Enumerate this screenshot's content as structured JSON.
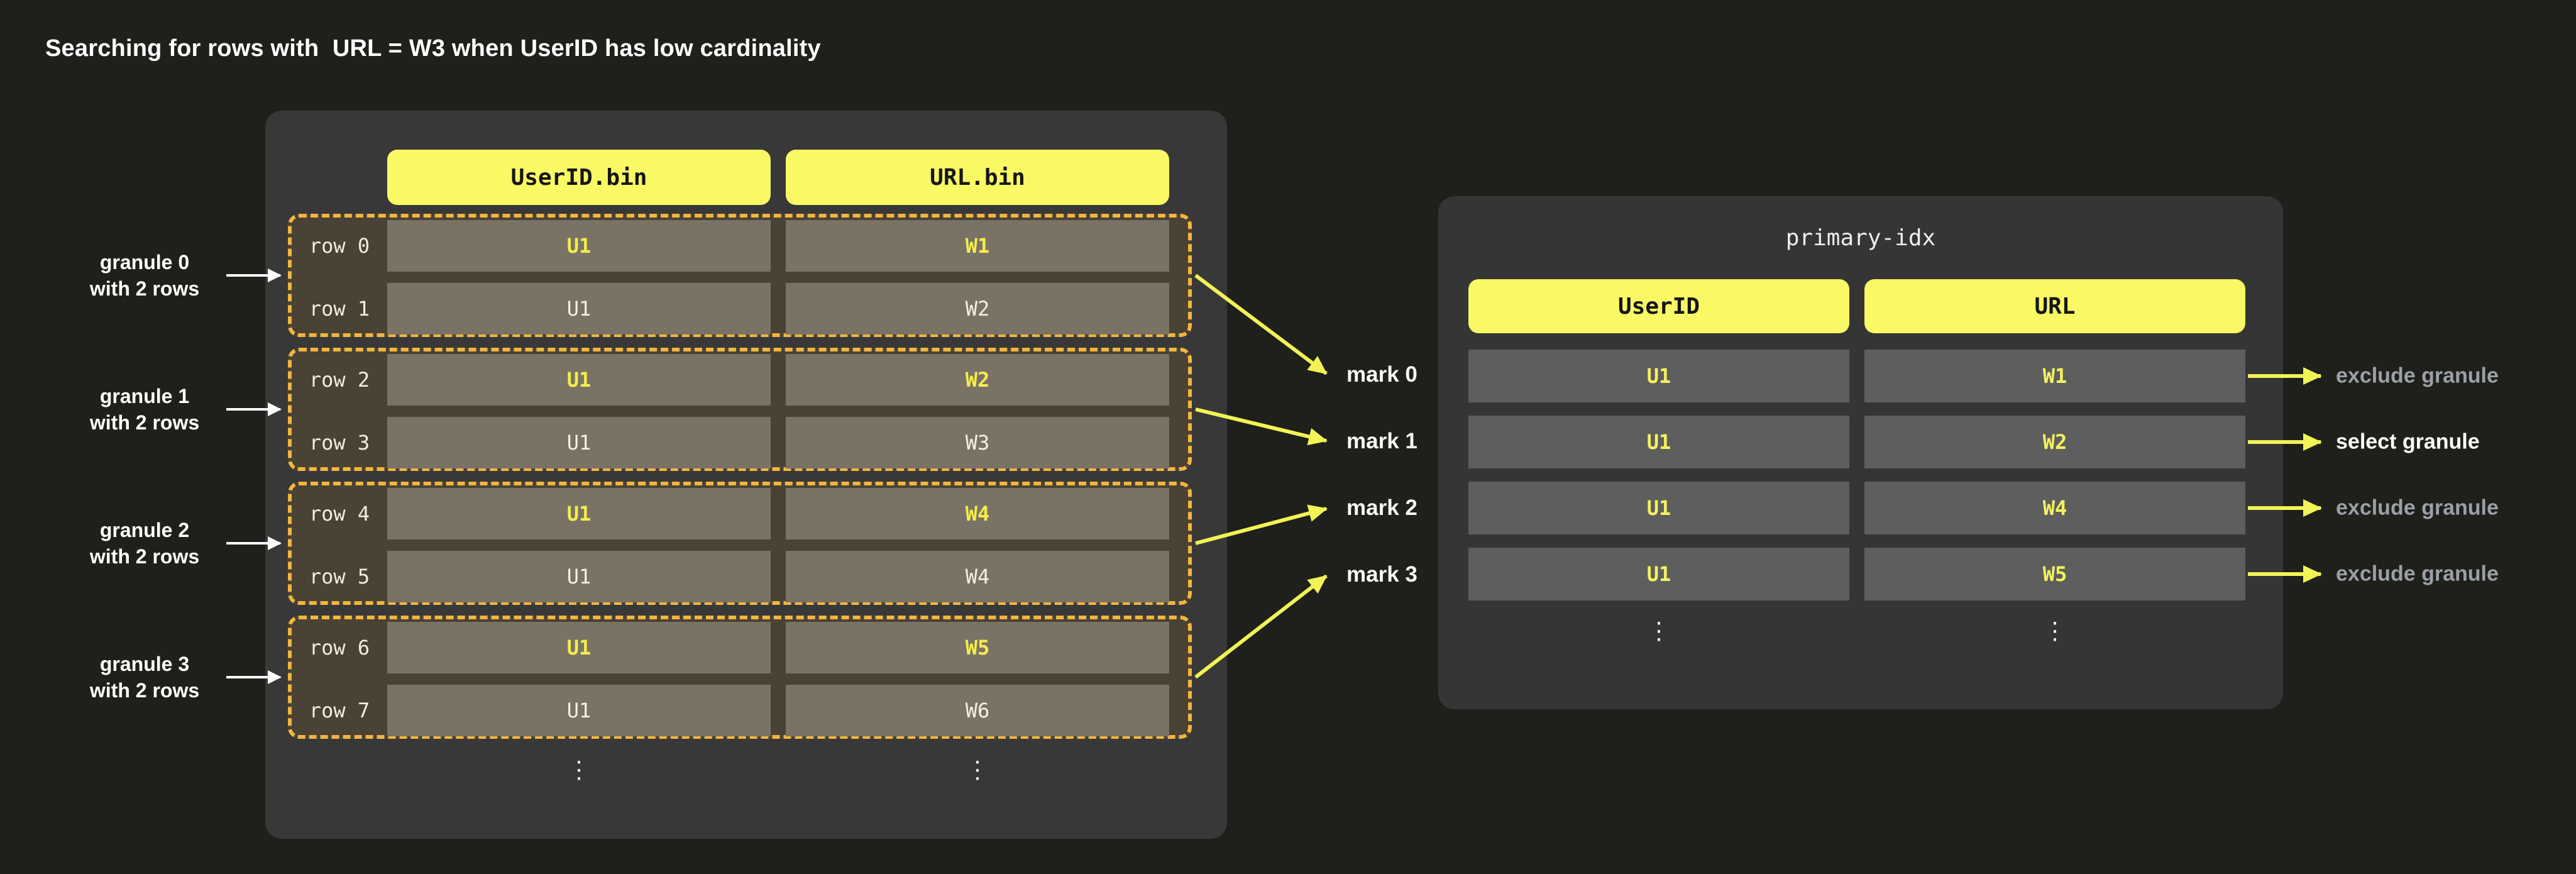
{
  "title": "Searching for rows with  URL = W3 when UserID has low cardinality",
  "left_table": {
    "columns": [
      "UserID.bin",
      "URL.bin"
    ],
    "rows": [
      {
        "label": "row 0",
        "user_id": "U1",
        "url": "W1"
      },
      {
        "label": "row 1",
        "user_id": "U1",
        "url": "W2"
      },
      {
        "label": "row 2",
        "user_id": "U1",
        "url": "W2"
      },
      {
        "label": "row 3",
        "user_id": "U1",
        "url": "W3"
      },
      {
        "label": "row 4",
        "user_id": "U1",
        "url": "W4"
      },
      {
        "label": "row 5",
        "user_id": "U1",
        "url": "W4"
      },
      {
        "label": "row 6",
        "user_id": "U1",
        "url": "W5"
      },
      {
        "label": "row 7",
        "user_id": "U1",
        "url": "W6"
      }
    ],
    "ellipsis": "⋮"
  },
  "granules": [
    {
      "line1": "granule 0",
      "line2": "with 2 rows"
    },
    {
      "line1": "granule 1",
      "line2": "with 2 rows"
    },
    {
      "line1": "granule 2",
      "line2": "with 2 rows"
    },
    {
      "line1": "granule 3",
      "line2": "with 2 rows"
    }
  ],
  "marks": [
    "mark 0",
    "mark 1",
    "mark 2",
    "mark 3"
  ],
  "primary_index": {
    "title": "primary-idx",
    "columns": [
      "UserID",
      "URL"
    ],
    "rows": [
      {
        "user_id": "U1",
        "url": "W1"
      },
      {
        "user_id": "U1",
        "url": "W2"
      },
      {
        "user_id": "U1",
        "url": "W4"
      },
      {
        "user_id": "U1",
        "url": "W5"
      }
    ],
    "ellipsis": "⋮"
  },
  "outcomes": [
    {
      "label": "exclude granule",
      "type": "exclude"
    },
    {
      "label": "select granule",
      "type": "select"
    },
    {
      "label": "exclude granule",
      "type": "exclude"
    },
    {
      "label": "exclude granule",
      "type": "exclude"
    }
  ],
  "colors": {
    "background": "#1f1f1b",
    "panel": "#383838",
    "header_pill": "#f8f964",
    "granule_border": "#f2b63e",
    "granule_fill": "#4a4234",
    "left_cell": "#7a7365",
    "right_cell": "#5e5e5e",
    "highlight_text": "#f3ed4d",
    "arrow_yellow": "#f1f356",
    "exclude_text": "#9aa0a6"
  }
}
